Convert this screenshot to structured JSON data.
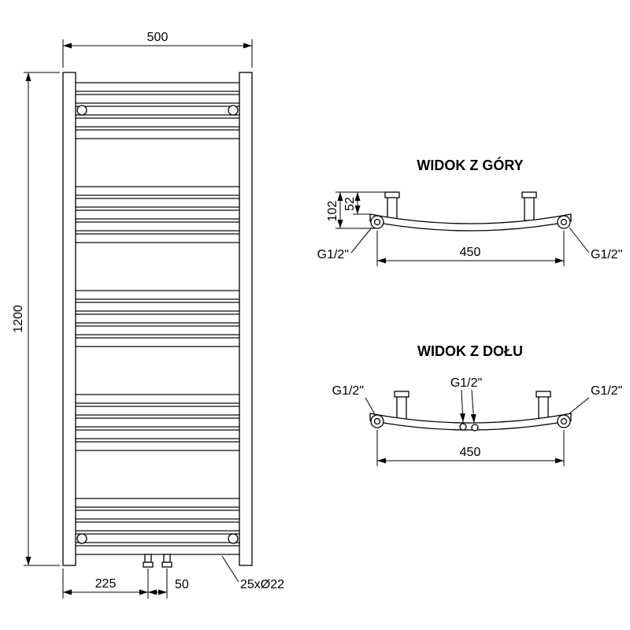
{
  "front_view": {
    "width_label": "500",
    "height_label": "1200",
    "bottom_offset_label": "225",
    "bottom_spacing_label": "50",
    "tubes_label": "25xØ22",
    "tube_groups": 5,
    "tubes_per_group": 5
  },
  "top_view": {
    "title": "WIDOK Z GÓRY",
    "depth_label": "102",
    "upper_depth_label": "52",
    "span_label": "450",
    "left_fitting_label": "G1/2\"",
    "right_fitting_label": "G1/2\""
  },
  "bottom_view": {
    "title": "WIDOK Z DOŁU",
    "span_label": "450",
    "left_fitting_label": "G1/2\"",
    "center_fitting_label": "G1/2\"",
    "right_fitting_label": "G1/2\""
  },
  "colors": {
    "line": "#000000",
    "background": "#ffffff"
  }
}
